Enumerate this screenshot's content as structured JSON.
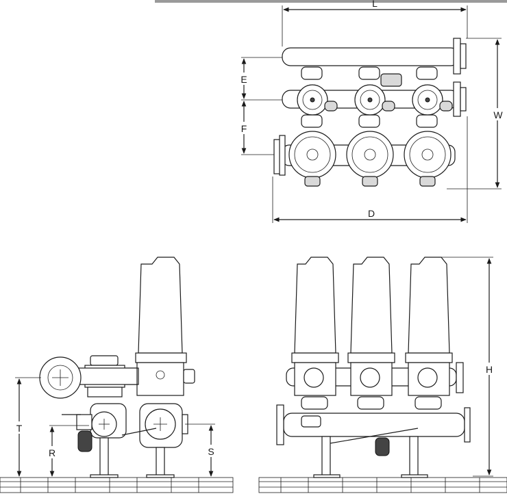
{
  "labels": {
    "L": "L",
    "E": "E",
    "F": "F",
    "W": "W",
    "D": "D",
    "T": "T",
    "R": "R",
    "S": "S",
    "H": "H"
  }
}
